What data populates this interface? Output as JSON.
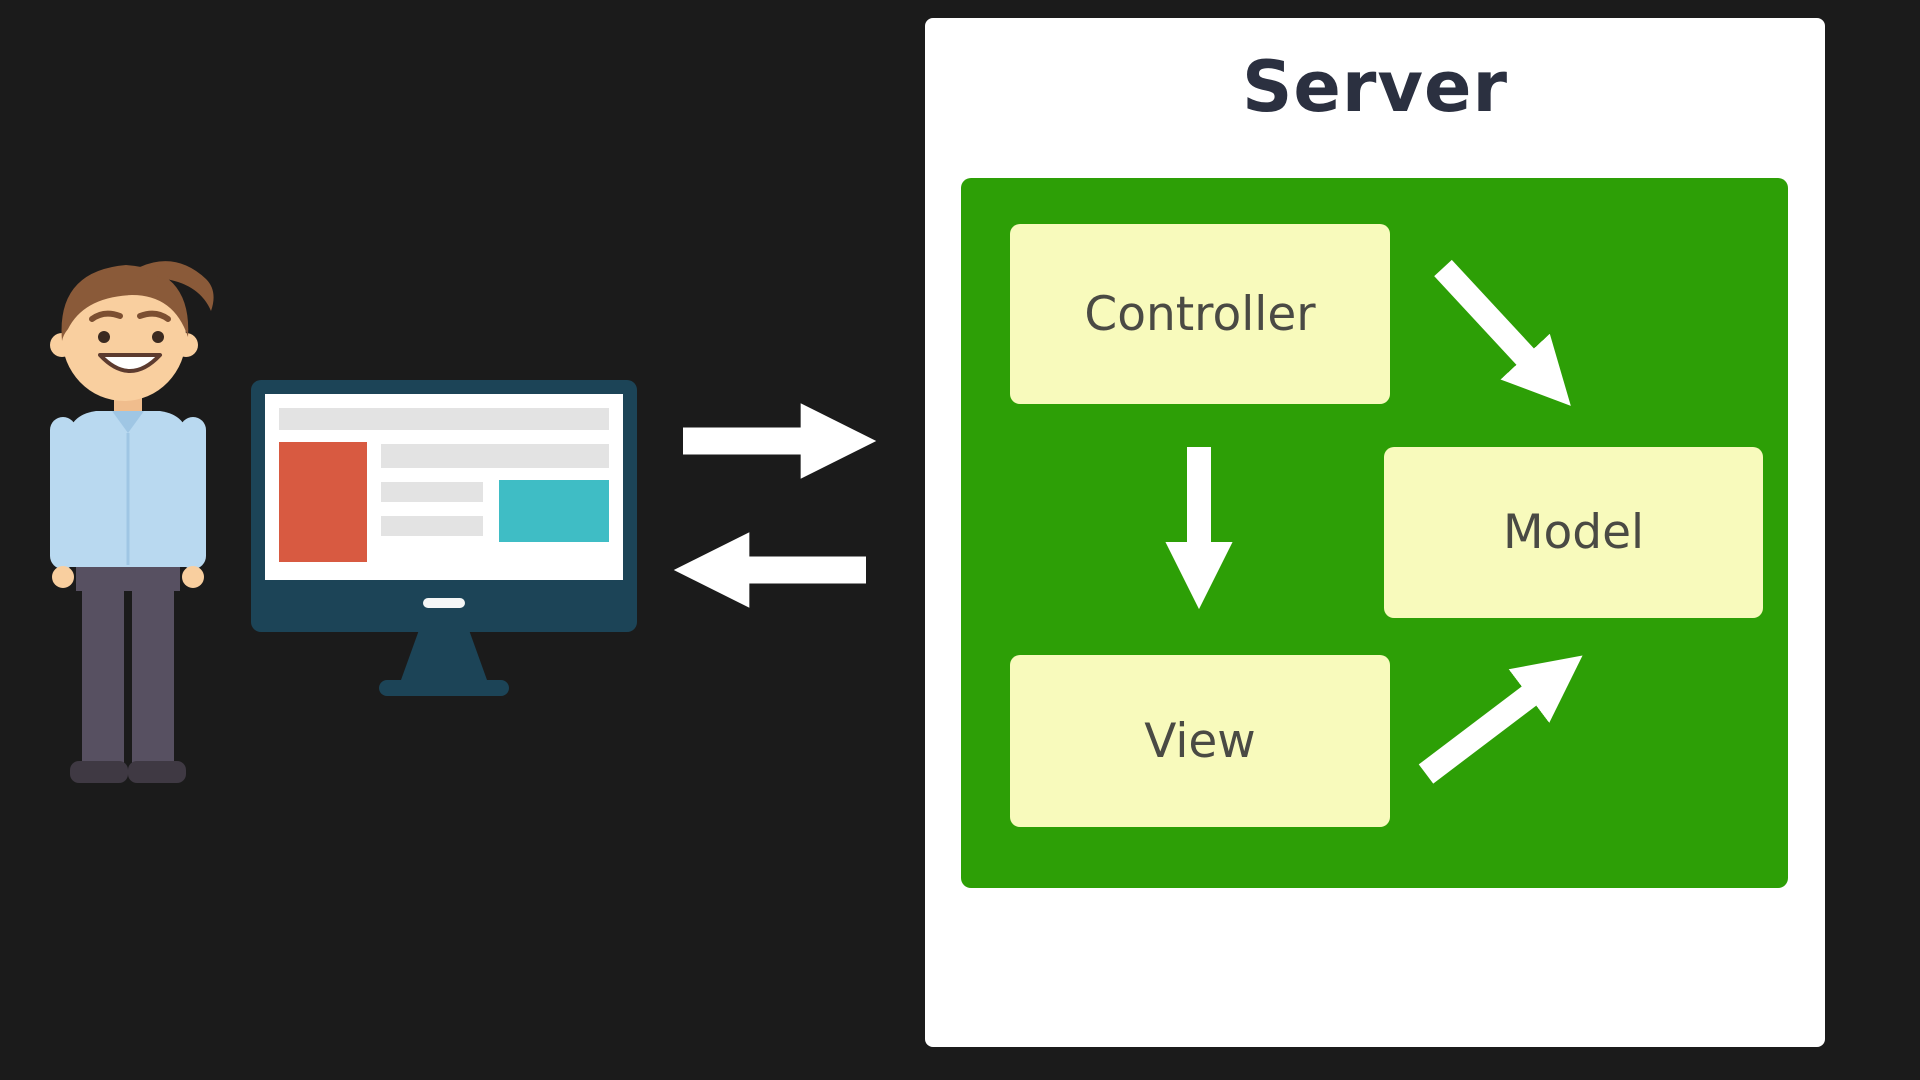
{
  "page": {
    "background_color": "#1b1b1b"
  },
  "client": {
    "person": {
      "role": "user",
      "skin_color": "#f9cf9f",
      "hair_color": "#8a5a39",
      "shirt_color": "#b9d9f0",
      "pants_color": "#575061",
      "shoes_color": "#3f3943"
    },
    "monitor": {
      "frame_color": "#1c4457",
      "screen_color": "#ffffff",
      "header_bar_color": "#e3e3e3",
      "red_block_color": "#d85a41",
      "teal_block_color": "#3fbdc5",
      "bar_color": "#e3e3e3"
    }
  },
  "flow": {
    "arrow_color": "#ffffff",
    "request_arrow": "client-to-server",
    "response_arrow": "server-to-client"
  },
  "server": {
    "title": "Server",
    "panel_color": "#ffffff",
    "title_color": "#2b3040",
    "container_color": "#2d9f06",
    "node_fill_color": "#f8fabc",
    "node_text_color": "#4a4a44",
    "nodes": [
      {
        "id": "controller",
        "label": "Controller"
      },
      {
        "id": "model",
        "label": "Model"
      },
      {
        "id": "view",
        "label": "View"
      }
    ],
    "edges": [
      {
        "from": "controller",
        "to": "model"
      },
      {
        "from": "controller",
        "to": "view"
      },
      {
        "from": "view",
        "to": "model"
      }
    ]
  }
}
